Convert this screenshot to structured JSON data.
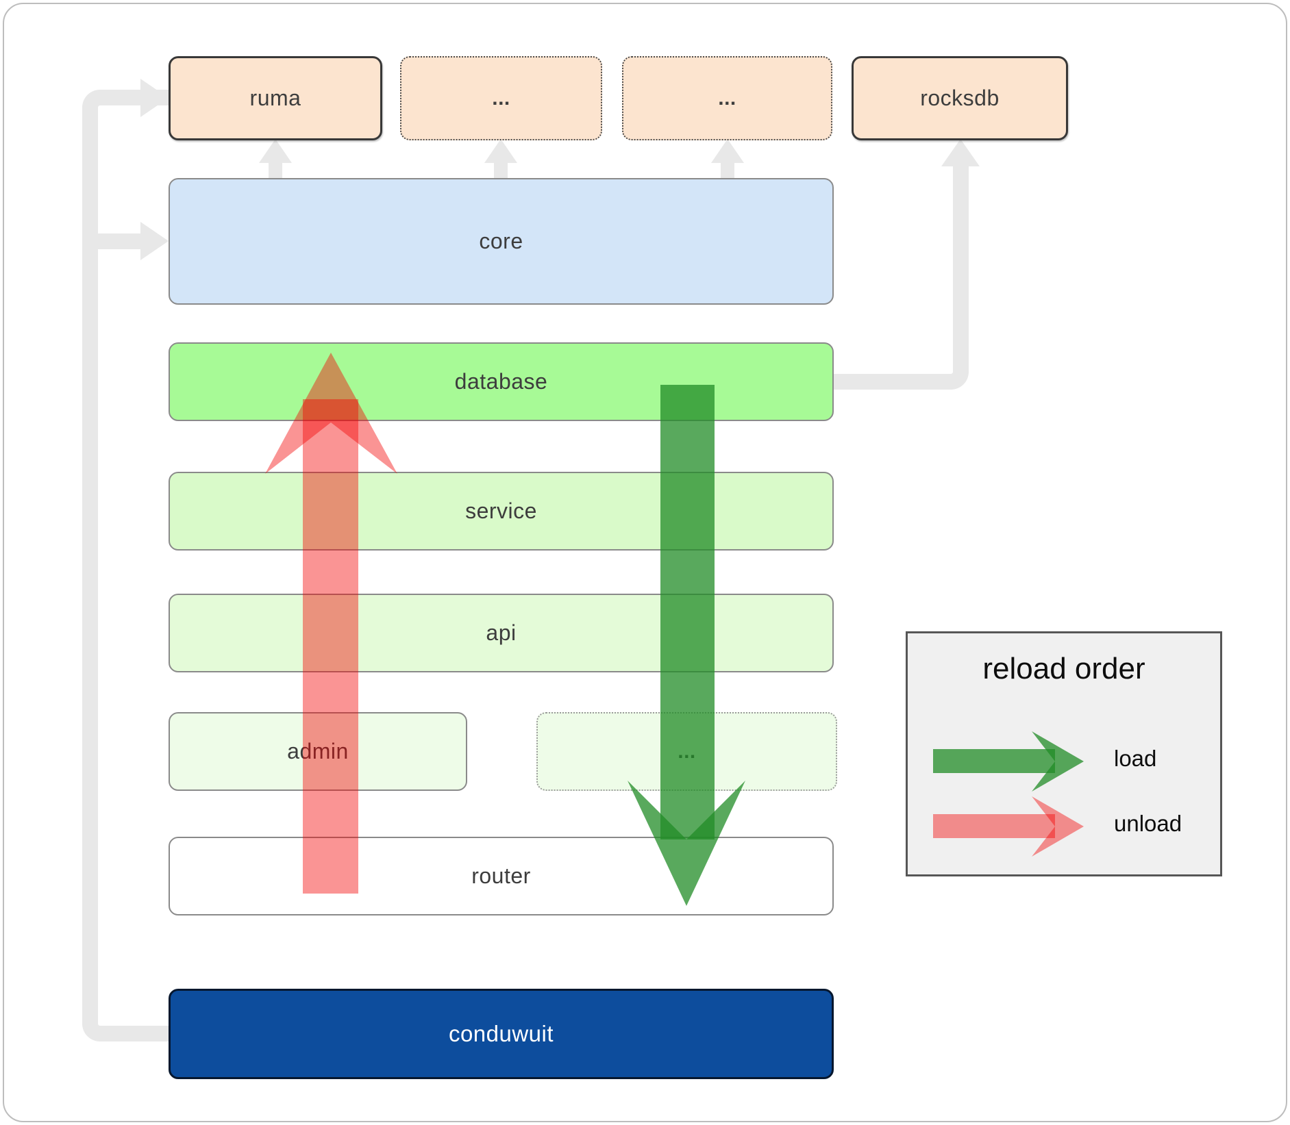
{
  "diagram": {
    "top_row": [
      {
        "label": "ruma"
      },
      {
        "label": "..."
      },
      {
        "label": "..."
      },
      {
        "label": "rocksdb"
      }
    ],
    "layers": {
      "core": {
        "label": "core"
      },
      "database": {
        "label": "database"
      },
      "service": {
        "label": "service"
      },
      "api": {
        "label": "api"
      },
      "router": {
        "label": "router"
      }
    },
    "admin_row": [
      {
        "label": "admin"
      },
      {
        "label": "..."
      }
    ],
    "app": {
      "label": "conduwuit"
    }
  },
  "legend": {
    "title": "reload order",
    "items": [
      {
        "label": "load",
        "color": "#228c27"
      },
      {
        "label": "unload",
        "color": "#f22000"
      }
    ]
  },
  "colors": {
    "load_arrow": "#228c27",
    "unload_arrow": "#f22000",
    "connector_gray": "#e8e8e8",
    "peach_fill": "#fce4cf",
    "core_fill": "#d3e5f8",
    "database_fill": "#a7fa96",
    "app_fill": "#0d4d9d",
    "legend_bg": "#f0f0f0"
  }
}
